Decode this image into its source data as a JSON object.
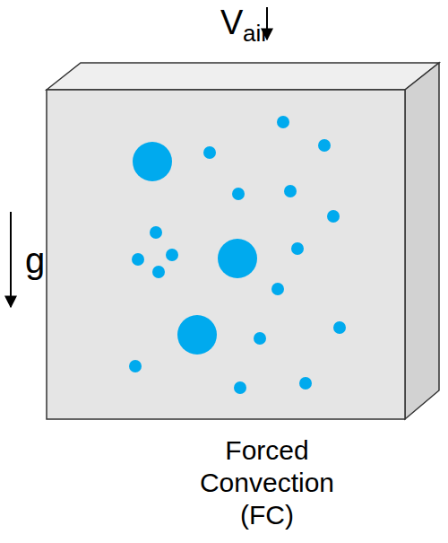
{
  "diagram": {
    "caption": "Forced Convection (FC)",
    "labels": [
      "V",
      "air",
      "g"
    ]
  }
}
